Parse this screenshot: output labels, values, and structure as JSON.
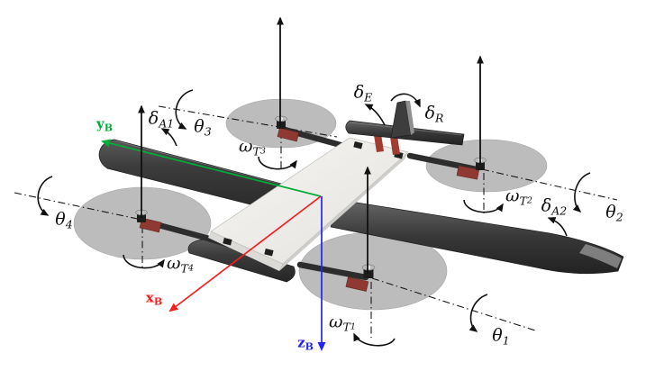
{
  "axis_labels": {
    "x": {
      "base": "x",
      "sub": "B",
      "color": "#f32020"
    },
    "y": {
      "base": "y",
      "sub": "B",
      "color": "#00ad38"
    },
    "z": {
      "base": "z",
      "sub": "B",
      "color": "#2424f0"
    }
  },
  "surface_labels": {
    "delta_E": {
      "base": "δ",
      "sub": "E"
    },
    "delta_R": {
      "base": "δ",
      "sub": "R"
    },
    "delta_A1": {
      "base": "δ",
      "sub": "A1"
    },
    "delta_A2": {
      "base": "δ",
      "sub": "A2"
    }
  },
  "tilt_labels": {
    "theta_1": {
      "base": "θ",
      "sub": "1"
    },
    "theta_2": {
      "base": "θ",
      "sub": "2"
    },
    "theta_3": {
      "base": "θ",
      "sub": "3"
    },
    "theta_4": {
      "base": "θ",
      "sub": "4"
    }
  },
  "rotor_speed_labels": {
    "omega_T1": {
      "base": "ω",
      "sub": "T",
      "subsub": "1"
    },
    "omega_T2": {
      "base": "ω",
      "sub": "T",
      "subsub": "2"
    },
    "omega_T3": {
      "base": "ω",
      "sub": "T",
      "subsub": "3"
    },
    "omega_T4": {
      "base": "ω",
      "sub": "T",
      "subsub": "4"
    }
  },
  "palette": {
    "airframe_carbon": "#333333",
    "fuselage_plate": "#f1f0ed",
    "rotor_disc": "#b3b3b3",
    "motor_mount_red": "#8e3a32",
    "annotation_black": "#111111"
  }
}
